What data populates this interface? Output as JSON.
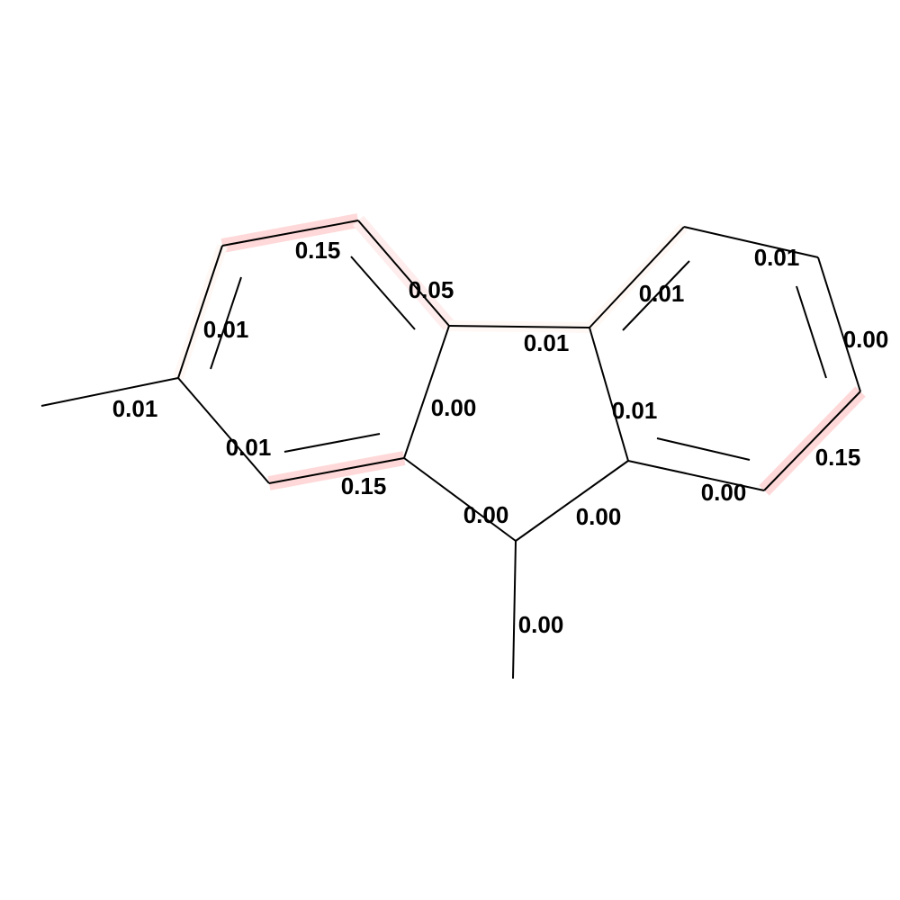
{
  "colors": {
    "bond": "#000000",
    "highlight_strong": "#FFD9D9",
    "highlight_faint": "#FFEDED",
    "highlight_trace": "#FFF8F5"
  },
  "bond_weights": {
    "b_ring1_top": "0.15",
    "b_ring1_topright": "0.05",
    "b_ring1_upperleft": "0.01",
    "b_methyl_left": "0.01",
    "b_ring1_lowerleft": "0.01",
    "b_ring1_bottom": "0.15",
    "b_five_left": "0.00",
    "b_biaryl": "0.01",
    "b_ring2_upperleft": "0.01",
    "b_ring2_top": "0.01",
    "b_ring2_right": "0.00",
    "b_ring2_lowerright": "0.15",
    "b_ring2_bottom": "0.00",
    "b_five_right": "0.01",
    "b_five_lowerleft": "0.00",
    "b_five_lowerright": "0.00",
    "b_methyl_bottom": "0.00"
  }
}
